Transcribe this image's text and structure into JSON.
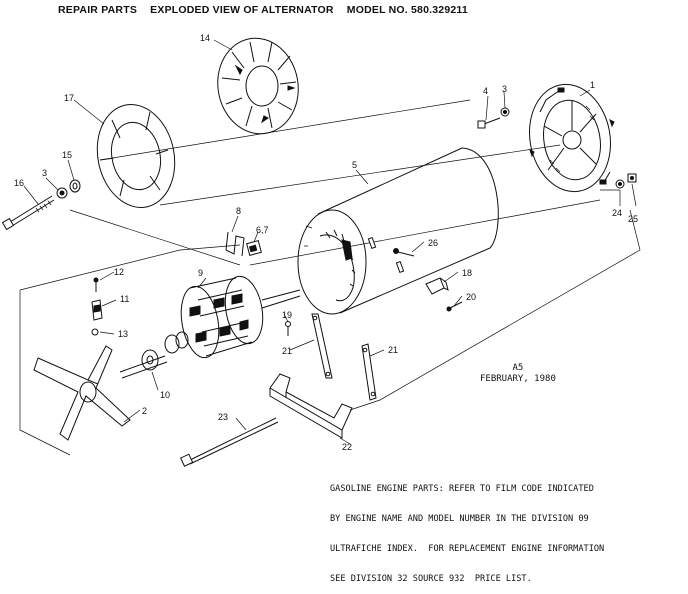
{
  "header": {
    "section": "REPAIR PARTS",
    "title": "EXPLODED VIEW OF ALTERNATOR",
    "model": "MODEL NO. 580.329211"
  },
  "stamp": {
    "code": "A5",
    "date": "FEBRUARY, 1980"
  },
  "footnote": {
    "line1": "GASOLINE ENGINE PARTS: REFER TO FILM CODE INDICATED",
    "line2": "BY ENGINE NAME AND MODEL NUMBER IN THE DIVISION 09",
    "line3": "ULTRAFICHE INDEX.  FOR REPLACEMENT ENGINE INFORMATION",
    "line4": "SEE DIVISION 32 SOURCE 932  PRICE LIST."
  },
  "parts": {
    "p1": "1",
    "p2": "2",
    "p3a": "3",
    "p3b": "3",
    "p4": "4",
    "p5": "5",
    "p67": "6,7",
    "p8": "8",
    "p9": "9",
    "p10": "10",
    "p11": "11",
    "p12": "12",
    "p13": "13",
    "p14": "14",
    "p15": "15",
    "p16": "16",
    "p17": "17",
    "p18": "18",
    "p19": "19",
    "p20": "20",
    "p21a": "21",
    "p21b": "21",
    "p22": "22",
    "p23": "23",
    "p24": "24",
    "p25": "25",
    "p26": "26"
  }
}
